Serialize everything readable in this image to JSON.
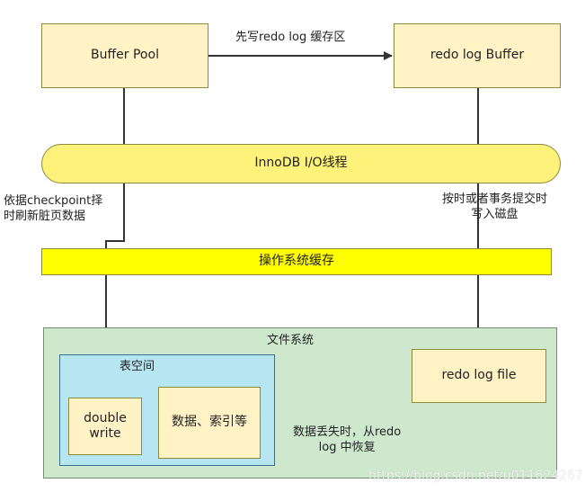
{
  "nodes": {
    "buffer_pool": "Buffer Pool",
    "redo_log_buffer": "redo log Buffer",
    "innodb_io": "InnoDB I/O线程",
    "os_cache": "操作系统缓存",
    "file_system": "文件系统",
    "tablespace": "表空间",
    "double_write": "double\nwrite",
    "data_index": "数据、索引等",
    "redo_log_file": "redo log file"
  },
  "edges": {
    "write_redo": "先写redo log 缓存区",
    "checkpoint_flush": "依据checkpoint择\n时刷新脏页数据",
    "commit_write": "按时或者事务提交时\n写入磁盘",
    "recover": "数据丢失时，从redo\nlog 中恢复"
  },
  "watermark": "https://blog.csdn.net/u011624267",
  "colors": {
    "box_fill": "#fff2c4",
    "io_fill": "#fff27a",
    "os_fill": "#ffff00",
    "fs_fill": "#cde8cc",
    "ts_fill": "#b6e6f2",
    "line": "#333333"
  }
}
